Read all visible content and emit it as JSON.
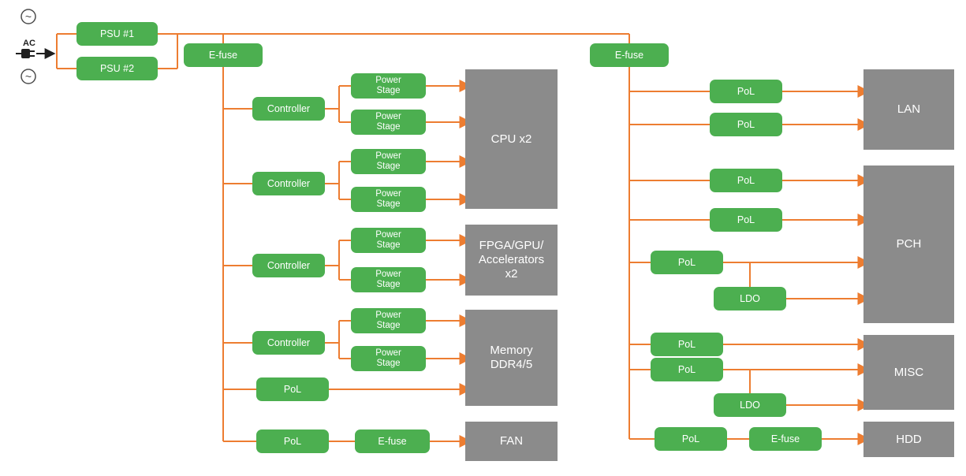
{
  "colors": {
    "node_green": "#4CAF50",
    "connector_orange": "#ED7D31",
    "load_gray": "#8B8B8B",
    "background": "#FFFFFF"
  },
  "ac_input": {
    "label": "AC",
    "psu1": "PSU #1",
    "psu2": "PSU #2"
  },
  "left_tree": {
    "efuse": "E-fuse",
    "cpu_group": {
      "controllers": [
        "Controller",
        "Controller"
      ],
      "power_stages": [
        "Power\nStage",
        "Power\nStage",
        "Power\nStage",
        "Power\nStage"
      ],
      "load": "CPU x2"
    },
    "fpga_group": {
      "controller": "Controller",
      "power_stages": [
        "Power\nStage",
        "Power\nStage"
      ],
      "load": "FPGA/GPU/\nAccelerators\nx2"
    },
    "memory_group": {
      "controller": "Controller",
      "power_stages": [
        "Power\nStage",
        "Power\nStage"
      ],
      "pol": "PoL",
      "load": "Memory\nDDR4/5"
    },
    "fan_group": {
      "pol": "PoL",
      "efuse": "E-fuse",
      "load": "FAN"
    }
  },
  "right_tree": {
    "efuse": "E-fuse",
    "lan_group": {
      "pols": [
        "PoL",
        "PoL"
      ],
      "load": "LAN"
    },
    "pch_group": {
      "pols": [
        "PoL",
        "PoL",
        "PoL"
      ],
      "ldo": "LDO",
      "load": "PCH"
    },
    "misc_group": {
      "pols": [
        "PoL",
        "PoL"
      ],
      "ldo": "LDO",
      "load": "MISC"
    },
    "hdd_group": {
      "pol": "PoL",
      "efuse": "E-fuse",
      "load": "HDD"
    }
  }
}
